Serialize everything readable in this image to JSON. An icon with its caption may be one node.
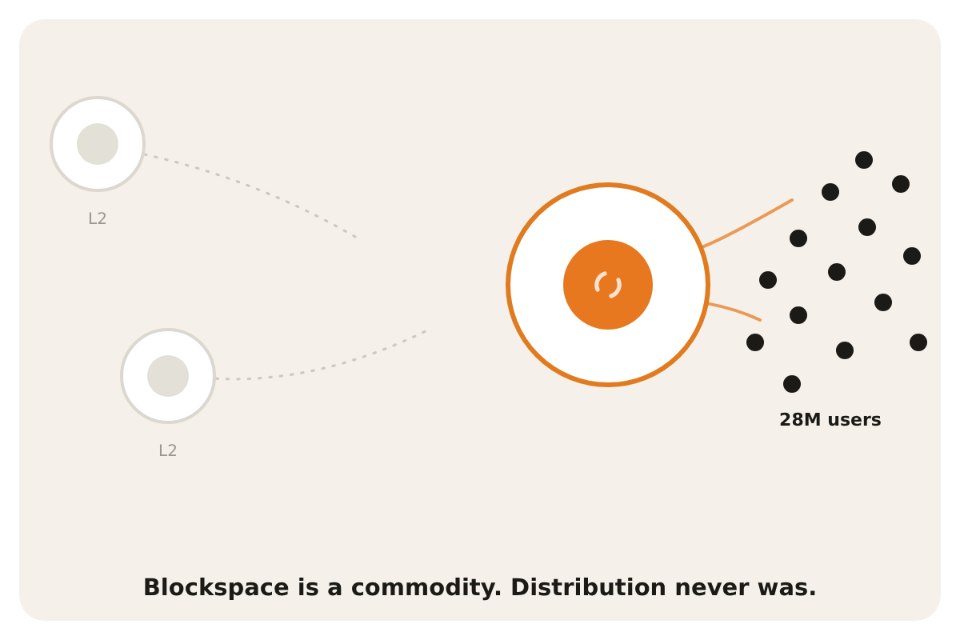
{
  "diagram": {
    "caption": "Blockspace is a commodity. Distribution never was.",
    "nodes": [
      {
        "text": [
          "L2"
        ]
      },
      {
        "text": [
          "L2"
        ]
      },
      {
        "text": [],
        "shape": "circle"
      },
      {
        "text": [
          "28M users"
        ]
      }
    ],
    "edges": [
      {
        "from": 0,
        "to": null,
        "arrow": "none",
        "style": "dashed",
        "color": "#cfcac0"
      },
      {
        "from": 1,
        "to": null,
        "arrow": "none",
        "style": "dashed",
        "color": "#cfcac0"
      },
      {
        "from": 2,
        "to": 3,
        "arrow": "none",
        "color": "#eb9a55"
      },
      {
        "from": 2,
        "to": 3,
        "arrow": "none",
        "color": "#eb9a55"
      }
    ]
  }
}
